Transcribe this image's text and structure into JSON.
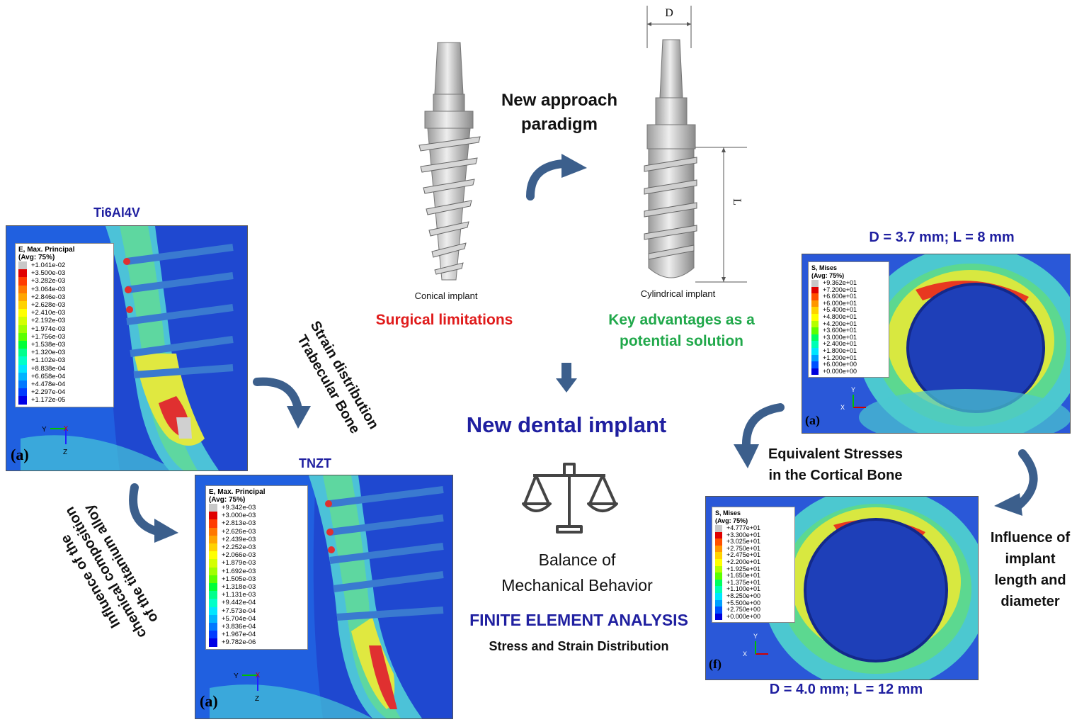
{
  "center": {
    "title": "New dental implant",
    "approach": "New approach\nparadigm",
    "balance": "Balance of\nMechanical Behavior",
    "fea": "FINITE ELEMENT ANALYSIS",
    "fea_sub": "Stress and Strain Distribution"
  },
  "implants": {
    "conical_caption": "Conical implant",
    "cylindrical_caption": "Cylindrical implant",
    "conical_note": "Surgical limitations",
    "cylindrical_note": "Key advantages as a\npotential solution",
    "dim_d": "D",
    "dim_l": "L"
  },
  "left": {
    "ti_title": "Ti6Al4V",
    "tnzt_title": "TNZT",
    "strain_note": "Strain distribution\nTrabecular Bone",
    "alloy_note": "Influence of the\nchemical composition\nof the titanium alloy",
    "ti_legend": {
      "title": "E, Max. Principal\n(Avg: 75%)",
      "values": [
        "+1.041e-02",
        "+3.500e-03",
        "+3.282e-03",
        "+3.064e-03",
        "+2.846e-03",
        "+2.628e-03",
        "+2.410e-03",
        "+2.192e-03",
        "+1.974e-03",
        "+1.756e-03",
        "+1.538e-03",
        "+1.320e-03",
        "+1.102e-03",
        "+8.838e-04",
        "+6.658e-04",
        "+4.478e-04",
        "+2.297e-04",
        "+1.172e-05"
      ]
    },
    "tnzt_legend": {
      "title": "E, Max. Principal\n(Avg: 75%)",
      "values": [
        "+9.342e-03",
        "+3.000e-03",
        "+2.813e-03",
        "+2.626e-03",
        "+2.439e-03",
        "+2.252e-03",
        "+2.066e-03",
        "+1.879e-03",
        "+1.692e-03",
        "+1.505e-03",
        "+1.318e-03",
        "+1.131e-03",
        "+9.442e-04",
        "+7.573e-04",
        "+5.704e-04",
        "+3.836e-04",
        "+1.967e-04",
        "+9.782e-06"
      ]
    },
    "panel_letter": "(a)",
    "axis_y": "Y",
    "axis_z": "Z",
    "axis_x": "X"
  },
  "right": {
    "top_title": "D = 3.7 mm; L = 8 mm",
    "bottom_title": "D = 4.0 mm; L = 12 mm",
    "stress_note": "Equivalent Stresses\nin the Cortical Bone",
    "size_note": "Influence of\nimplant\nlength and\ndiameter",
    "top_legend": {
      "title": "S, Mises\n(Avg: 75%)",
      "values": [
        "+9.362e+01",
        "+7.200e+01",
        "+6.600e+01",
        "+6.000e+01",
        "+5.400e+01",
        "+4.800e+01",
        "+4.200e+01",
        "+3.600e+01",
        "+3.000e+01",
        "+2.400e+01",
        "+1.800e+01",
        "+1.200e+01",
        "+6.000e+00",
        "+0.000e+00"
      ]
    },
    "bottom_legend": {
      "title": "S, Mises\n(Avg: 75%)",
      "values": [
        "+4.777e+01",
        "+3.300e+01",
        "+3.025e+01",
        "+2.750e+01",
        "+2.475e+01",
        "+2.200e+01",
        "+1.925e+01",
        "+1.650e+01",
        "+1.375e+01",
        "+1.100e+01",
        "+8.250e+00",
        "+5.500e+00",
        "+2.750e+00",
        "+0.000e+00"
      ]
    },
    "top_letter": "(a)",
    "bottom_letter": "(f)",
    "axis_x": "X",
    "axis_y": "Y"
  },
  "colors": {
    "accent_blue": "#1f1fa0",
    "arrow_blue": "#3c5f8c",
    "red_note": "#e01b1b",
    "green_note": "#20a84a"
  },
  "legend_colors": {
    "strain18": [
      "#c8c8c8",
      "#e00000",
      "#ff3c00",
      "#ff7800",
      "#ffa500",
      "#ffd200",
      "#ffff00",
      "#d4ff00",
      "#a0ff00",
      "#5cff00",
      "#00ff38",
      "#00ff8c",
      "#00ffc8",
      "#00e6ff",
      "#00b4ff",
      "#0078ff",
      "#003cff",
      "#0000e6"
    ],
    "stress14": [
      "#c8c8c8",
      "#e00000",
      "#ff5000",
      "#ff9600",
      "#ffd200",
      "#ffff00",
      "#b4ff00",
      "#5cff00",
      "#00ff60",
      "#00ffb4",
      "#00e6ff",
      "#00a0ff",
      "#0050ff",
      "#0000dc"
    ]
  }
}
